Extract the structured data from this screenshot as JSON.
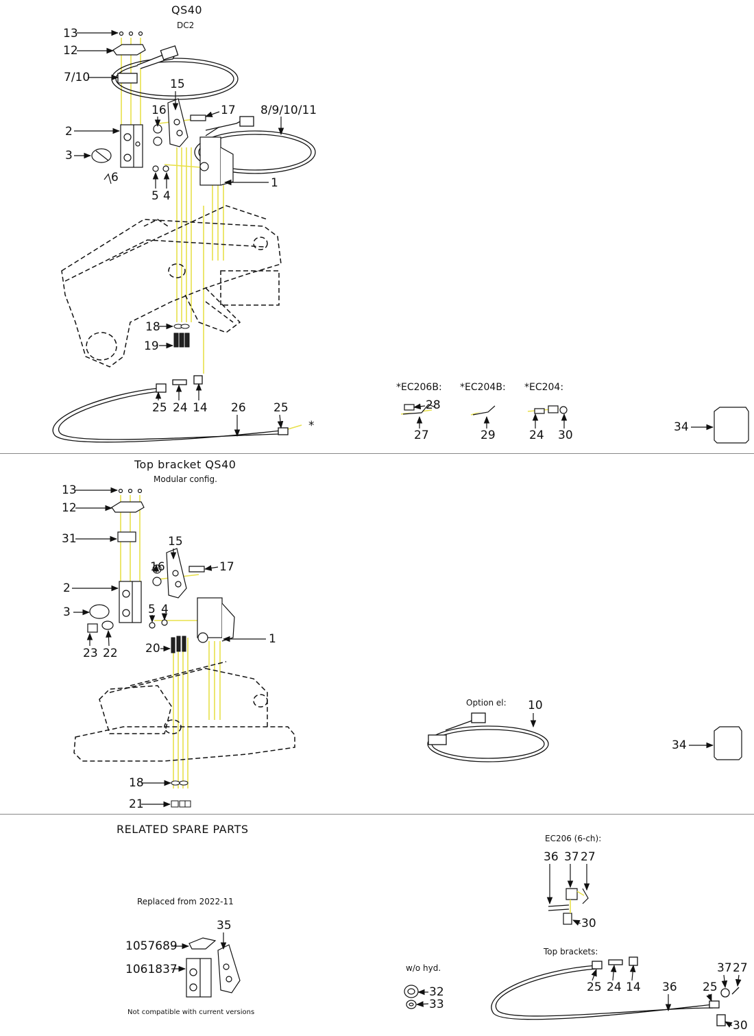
{
  "section1": {
    "title": "QS40",
    "subtitle": "DC2",
    "callouts": {
      "c13": "13",
      "c12": "12",
      "c7_10": "7/10",
      "c15": "15",
      "c16": "16",
      "c17": "17",
      "c8_9_10_11": "8/9/10/11",
      "c2": "2",
      "c3": "3",
      "c6": "6",
      "c5": "5",
      "c4": "4",
      "c1": "1",
      "c18": "18",
      "c19": "19",
      "c25a": "25",
      "c24": "24",
      "c14": "14",
      "c26": "26",
      "c25b": "25",
      "star": "*"
    },
    "variants": {
      "ec206b": "*EC206B:",
      "ec204b": "*EC204B:",
      "ec204": "*EC204:",
      "c28": "28",
      "c27": "27",
      "c29": "29",
      "c24": "24",
      "c30": "30",
      "c34": "34"
    }
  },
  "section2": {
    "title": "Top bracket QS40",
    "subtitle": "Modular config.",
    "callouts": {
      "c13": "13",
      "c12": "12",
      "c31": "31",
      "c15": "15",
      "c16": "16",
      "c17": "17",
      "c2": "2",
      "c3": "3",
      "c5": "5",
      "c4": "4",
      "c1": "1",
      "c23": "23",
      "c22": "22",
      "c20": "20",
      "c18": "18",
      "c21": "21"
    },
    "option": {
      "label": "Option el:",
      "c10": "10",
      "c34": "34"
    }
  },
  "section3": {
    "title": "RELATED SPARE PARTS",
    "replaced": "Replaced from 2022-11",
    "c35": "35",
    "p1": "1057689",
    "p2": "1061837",
    "note": "Not compatible with current versions",
    "woHyd": "w/o hyd.",
    "c32": "32",
    "c33": "33",
    "ec206": "EC206 (6-ch):",
    "c36a": "36",
    "c37a": "37",
    "c27a": "27",
    "c30a": "30",
    "topBrackets": "Top brackets:",
    "c25a": "25",
    "c24": "24",
    "c14": "14",
    "c36b": "36",
    "c25b": "25",
    "c37b": "37",
    "c27b": "27",
    "c30b": "30"
  }
}
